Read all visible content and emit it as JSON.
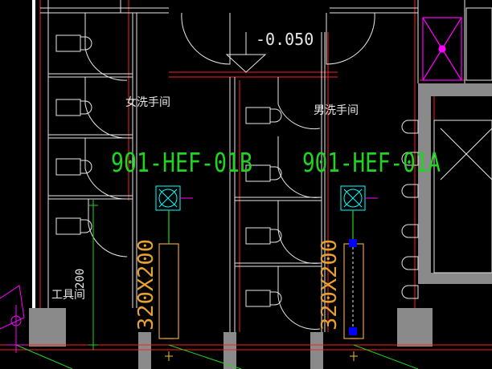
{
  "drawing": {
    "level_marker": "-0.050",
    "rooms": {
      "womens_washroom": "女洗手间",
      "mens_washroom": "男洗手间",
      "janitor": "工具间"
    },
    "equipment_tags": {
      "fan_left": "901-HEF-01B",
      "fan_right": "901-HEF-01A"
    },
    "duct_sizes": {
      "left": "320X200",
      "right": "320X200"
    },
    "dimension_text": "200",
    "colors": {
      "background": "#000000",
      "wall": "#ffffff",
      "grid_red": "#ff2020",
      "mech_green": "#22d422",
      "fixture_white": "#e8e8e8",
      "fan_cyan": "#00ffff",
      "shaft_magenta": "#ff00ff",
      "duct_orange": "#e8a030",
      "column_gray": "#888888",
      "node_blue": "#0000ff",
      "annotation_yellow": "#f0c020"
    }
  }
}
